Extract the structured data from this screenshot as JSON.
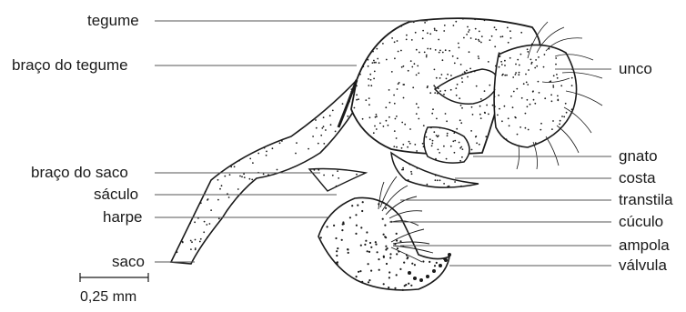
{
  "labels_left": [
    "tegume",
    "braço do tegume",
    "braço do saco",
    "sáculo",
    "harpe",
    "saco"
  ],
  "labels_right": [
    "unco",
    "gnato",
    "costa",
    "transtila",
    "cúculo",
    "ampola",
    "válvula"
  ],
  "scale_bar": {
    "label": "0,25 mm"
  },
  "colors": {
    "ink": "#1a1a1a",
    "background": "#ffffff",
    "leader": "#555555"
  }
}
